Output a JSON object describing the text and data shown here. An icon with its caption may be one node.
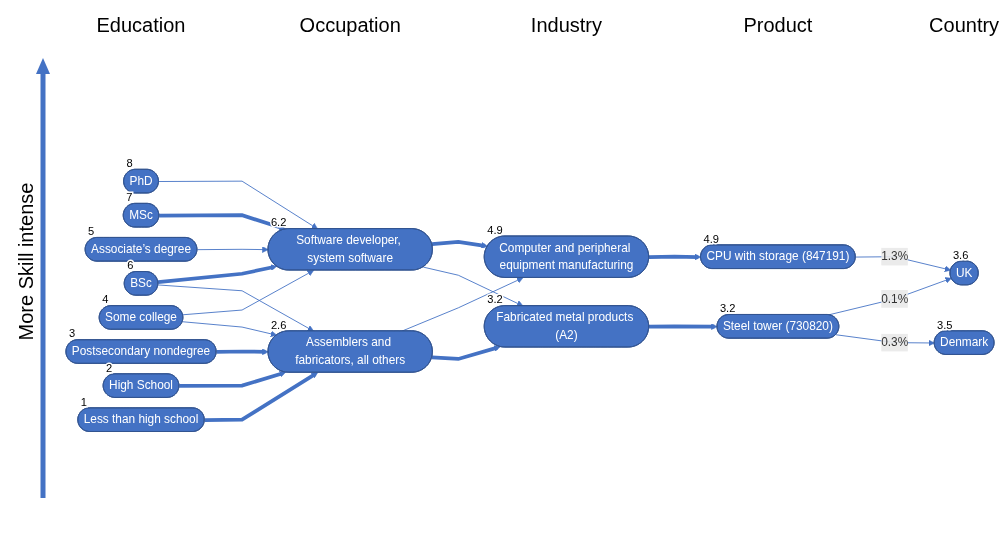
{
  "diagram": {
    "nodes": [
      {
        "text": [
          "PhD"
        ],
        "beside": [
          "8"
        ]
      },
      {
        "text": [
          "MSc"
        ],
        "beside": [
          "7"
        ]
      },
      {
        "text": [
          "BSc"
        ],
        "beside": [
          "6"
        ]
      },
      {
        "text": [
          "Associate’s degree"
        ],
        "beside": [
          "5"
        ]
      },
      {
        "text": [
          "Some college"
        ],
        "beside": [
          "4"
        ]
      },
      {
        "text": [
          "Postsecondary nondegree"
        ],
        "beside": [
          "3"
        ]
      },
      {
        "text": [
          "High School"
        ],
        "beside": [
          "2"
        ]
      },
      {
        "text": [
          "Less than high school"
        ],
        "beside": [
          "1"
        ]
      },
      {
        "text": [
          "Software developer, system software"
        ],
        "beside": [
          "6.2"
        ]
      },
      {
        "text": [
          "Assemblers and fabricators, all others"
        ],
        "beside": [
          "2.6"
        ]
      },
      {
        "text": [
          "Computer and peripheral equipment manufacturing"
        ],
        "beside": [
          "4.9"
        ]
      },
      {
        "text": [
          "Fabricated metal products (A2)"
        ],
        "beside": [
          "3.2"
        ]
      },
      {
        "text": [
          "CPU with storage (847191)"
        ],
        "beside": [
          "4.9"
        ]
      },
      {
        "text": [
          "Steel tower (730820)"
        ],
        "beside": [
          "3.2"
        ]
      },
      {
        "text": [
          "UK"
        ],
        "beside": [
          "3.6"
        ]
      },
      {
        "text": [
          "Denmark"
        ],
        "beside": [
          "3.5"
        ]
      }
    ],
    "edges": [
      {
        "from": 0,
        "to": 8,
        "arrow": "to"
      },
      {
        "from": 1,
        "to": 8,
        "arrow": "to",
        "style": "thick"
      },
      {
        "from": 2,
        "to": 8,
        "arrow": "to",
        "style": "thick"
      },
      {
        "from": 2,
        "to": 9,
        "arrow": "to"
      },
      {
        "from": 3,
        "to": 8,
        "arrow": "to"
      },
      {
        "from": 4,
        "to": 8,
        "arrow": "to"
      },
      {
        "from": 4,
        "to": 9,
        "arrow": "to"
      },
      {
        "from": 5,
        "to": 9,
        "arrow": "to",
        "style": "thick"
      },
      {
        "from": 6,
        "to": 9,
        "arrow": "to",
        "style": "thick"
      },
      {
        "from": 7,
        "to": 9,
        "arrow": "to",
        "style": "thick"
      },
      {
        "from": 8,
        "to": 10,
        "arrow": "to",
        "style": "thick"
      },
      {
        "from": 8,
        "to": 11,
        "arrow": "to"
      },
      {
        "from": 9,
        "to": 10,
        "arrow": "to"
      },
      {
        "from": 9,
        "to": 11,
        "arrow": "to",
        "style": "thick"
      },
      {
        "from": 10,
        "to": 12,
        "arrow": "to",
        "style": "thick"
      },
      {
        "from": 11,
        "to": 13,
        "arrow": "to",
        "style": "thick"
      },
      {
        "from": 12,
        "to": 14,
        "arrow": "to",
        "label": "1.3%"
      },
      {
        "from": 13,
        "to": 14,
        "arrow": "to",
        "label": "0.1%"
      },
      {
        "from": 13,
        "to": 15,
        "arrow": "to",
        "label": "0.3%"
      }
    ],
    "labels": [
      "Education",
      "Occupation",
      "Industry",
      "Product",
      "Country",
      "More Skill intense"
    ]
  }
}
